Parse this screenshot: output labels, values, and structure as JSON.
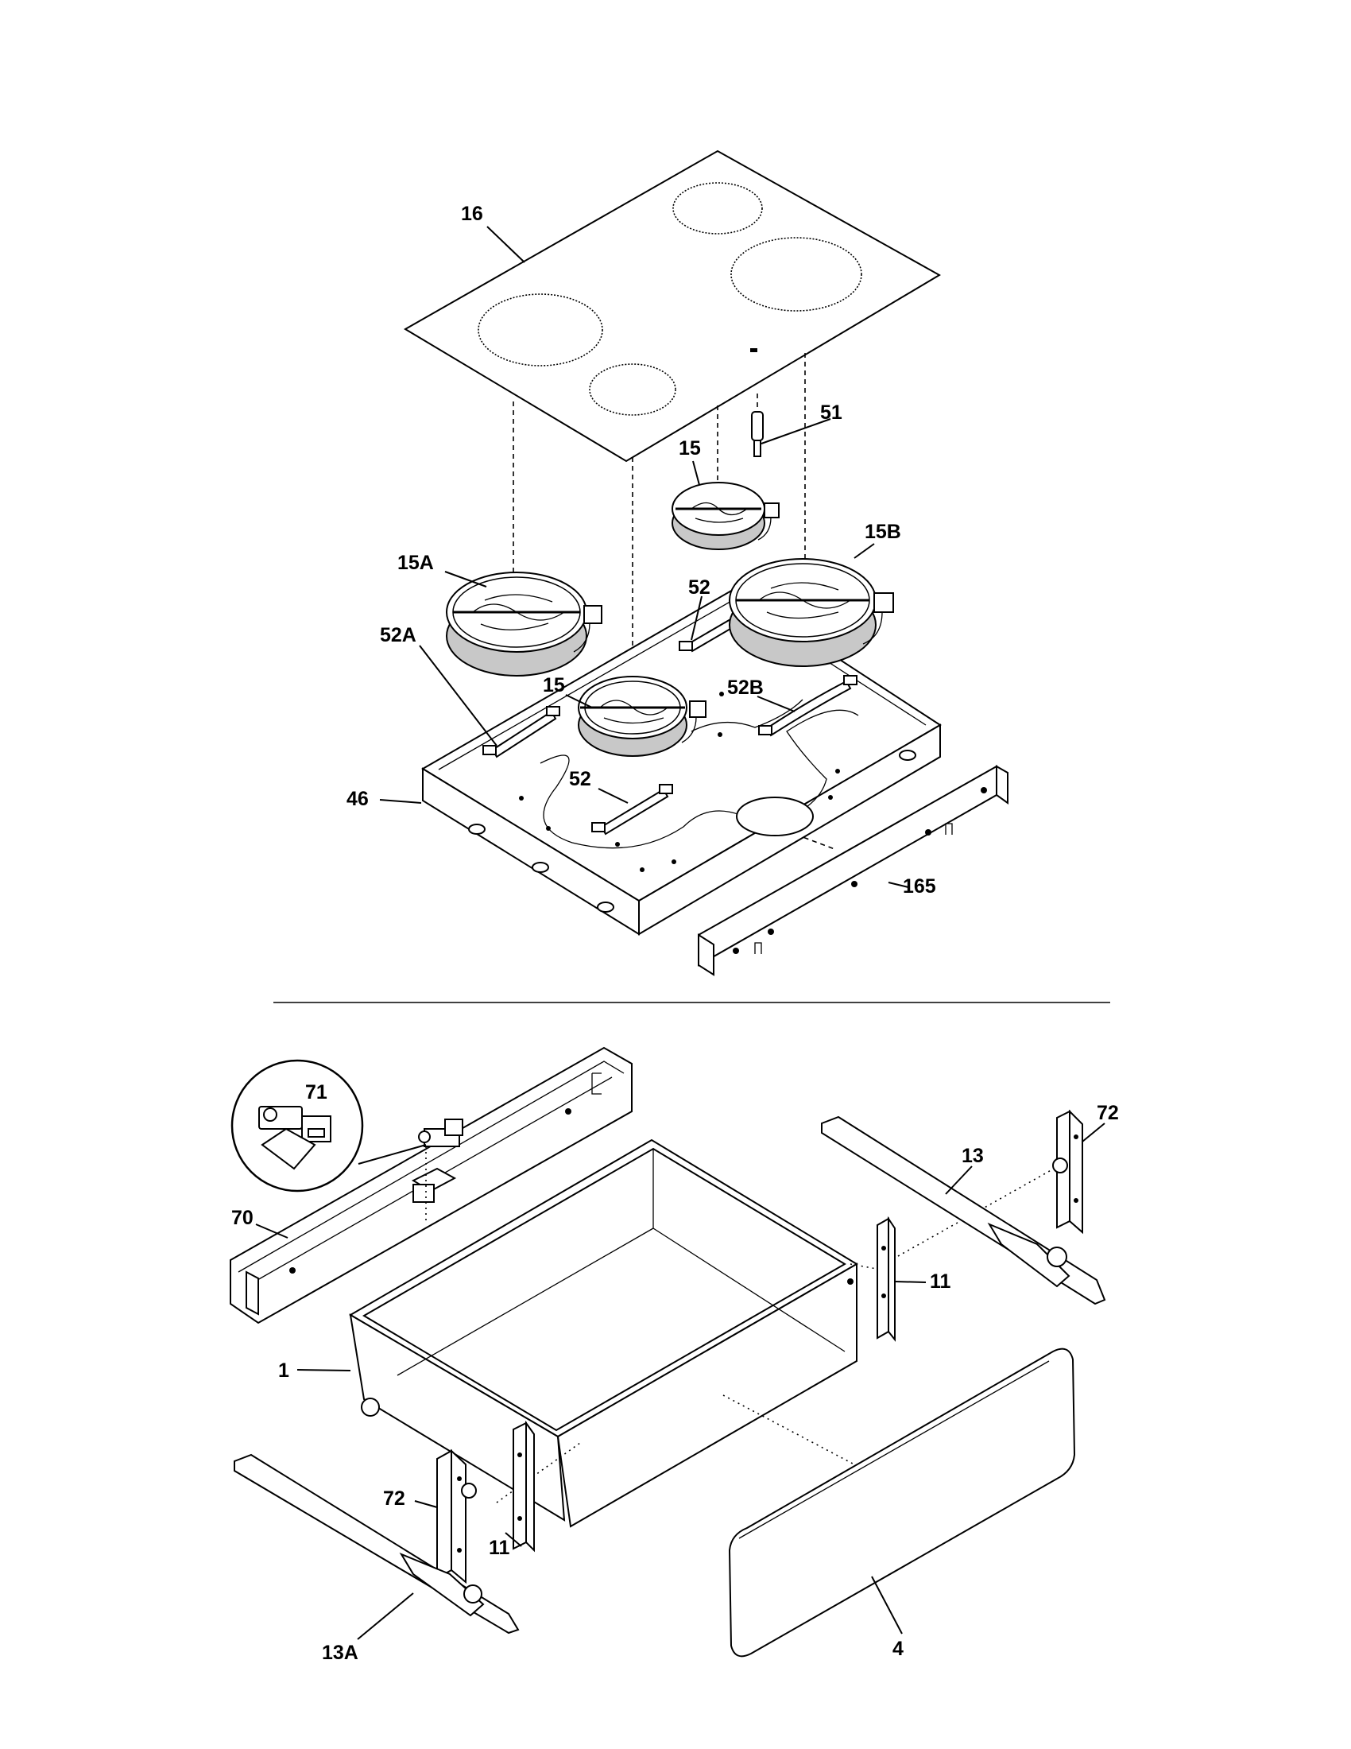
{
  "upper_assembly": {
    "callouts": [
      {
        "id": "cooktop-glass",
        "text": "16"
      },
      {
        "id": "limiter-switch",
        "text": "51"
      },
      {
        "id": "element-small-rear",
        "text": "15"
      },
      {
        "id": "element-large-rear",
        "text": "15B"
      },
      {
        "id": "element-large-front",
        "text": "15A"
      },
      {
        "id": "bracket-front-left",
        "text": "52A"
      },
      {
        "id": "bracket-center",
        "text": "52"
      },
      {
        "id": "element-small-front",
        "text": "15"
      },
      {
        "id": "bracket-right",
        "text": "52B"
      },
      {
        "id": "bracket-bottom",
        "text": "52"
      },
      {
        "id": "burner-box",
        "text": "46"
      },
      {
        "id": "rear-bracket",
        "text": "165"
      }
    ]
  },
  "lower_assembly": {
    "callouts": [
      {
        "id": "glide-roller",
        "text": "71"
      },
      {
        "id": "drawer-rail-support",
        "text": "70"
      },
      {
        "id": "drawer-body",
        "text": "1"
      },
      {
        "id": "slide-rail-right",
        "text": "13"
      },
      {
        "id": "roller-bracket-right",
        "text": "72"
      },
      {
        "id": "drawer-side-bracket-right",
        "text": "11"
      },
      {
        "id": "roller-bracket-left",
        "text": "72"
      },
      {
        "id": "drawer-side-bracket-left",
        "text": "11"
      },
      {
        "id": "slide-rail-left",
        "text": "13A"
      },
      {
        "id": "drawer-front-panel",
        "text": "4"
      }
    ]
  }
}
